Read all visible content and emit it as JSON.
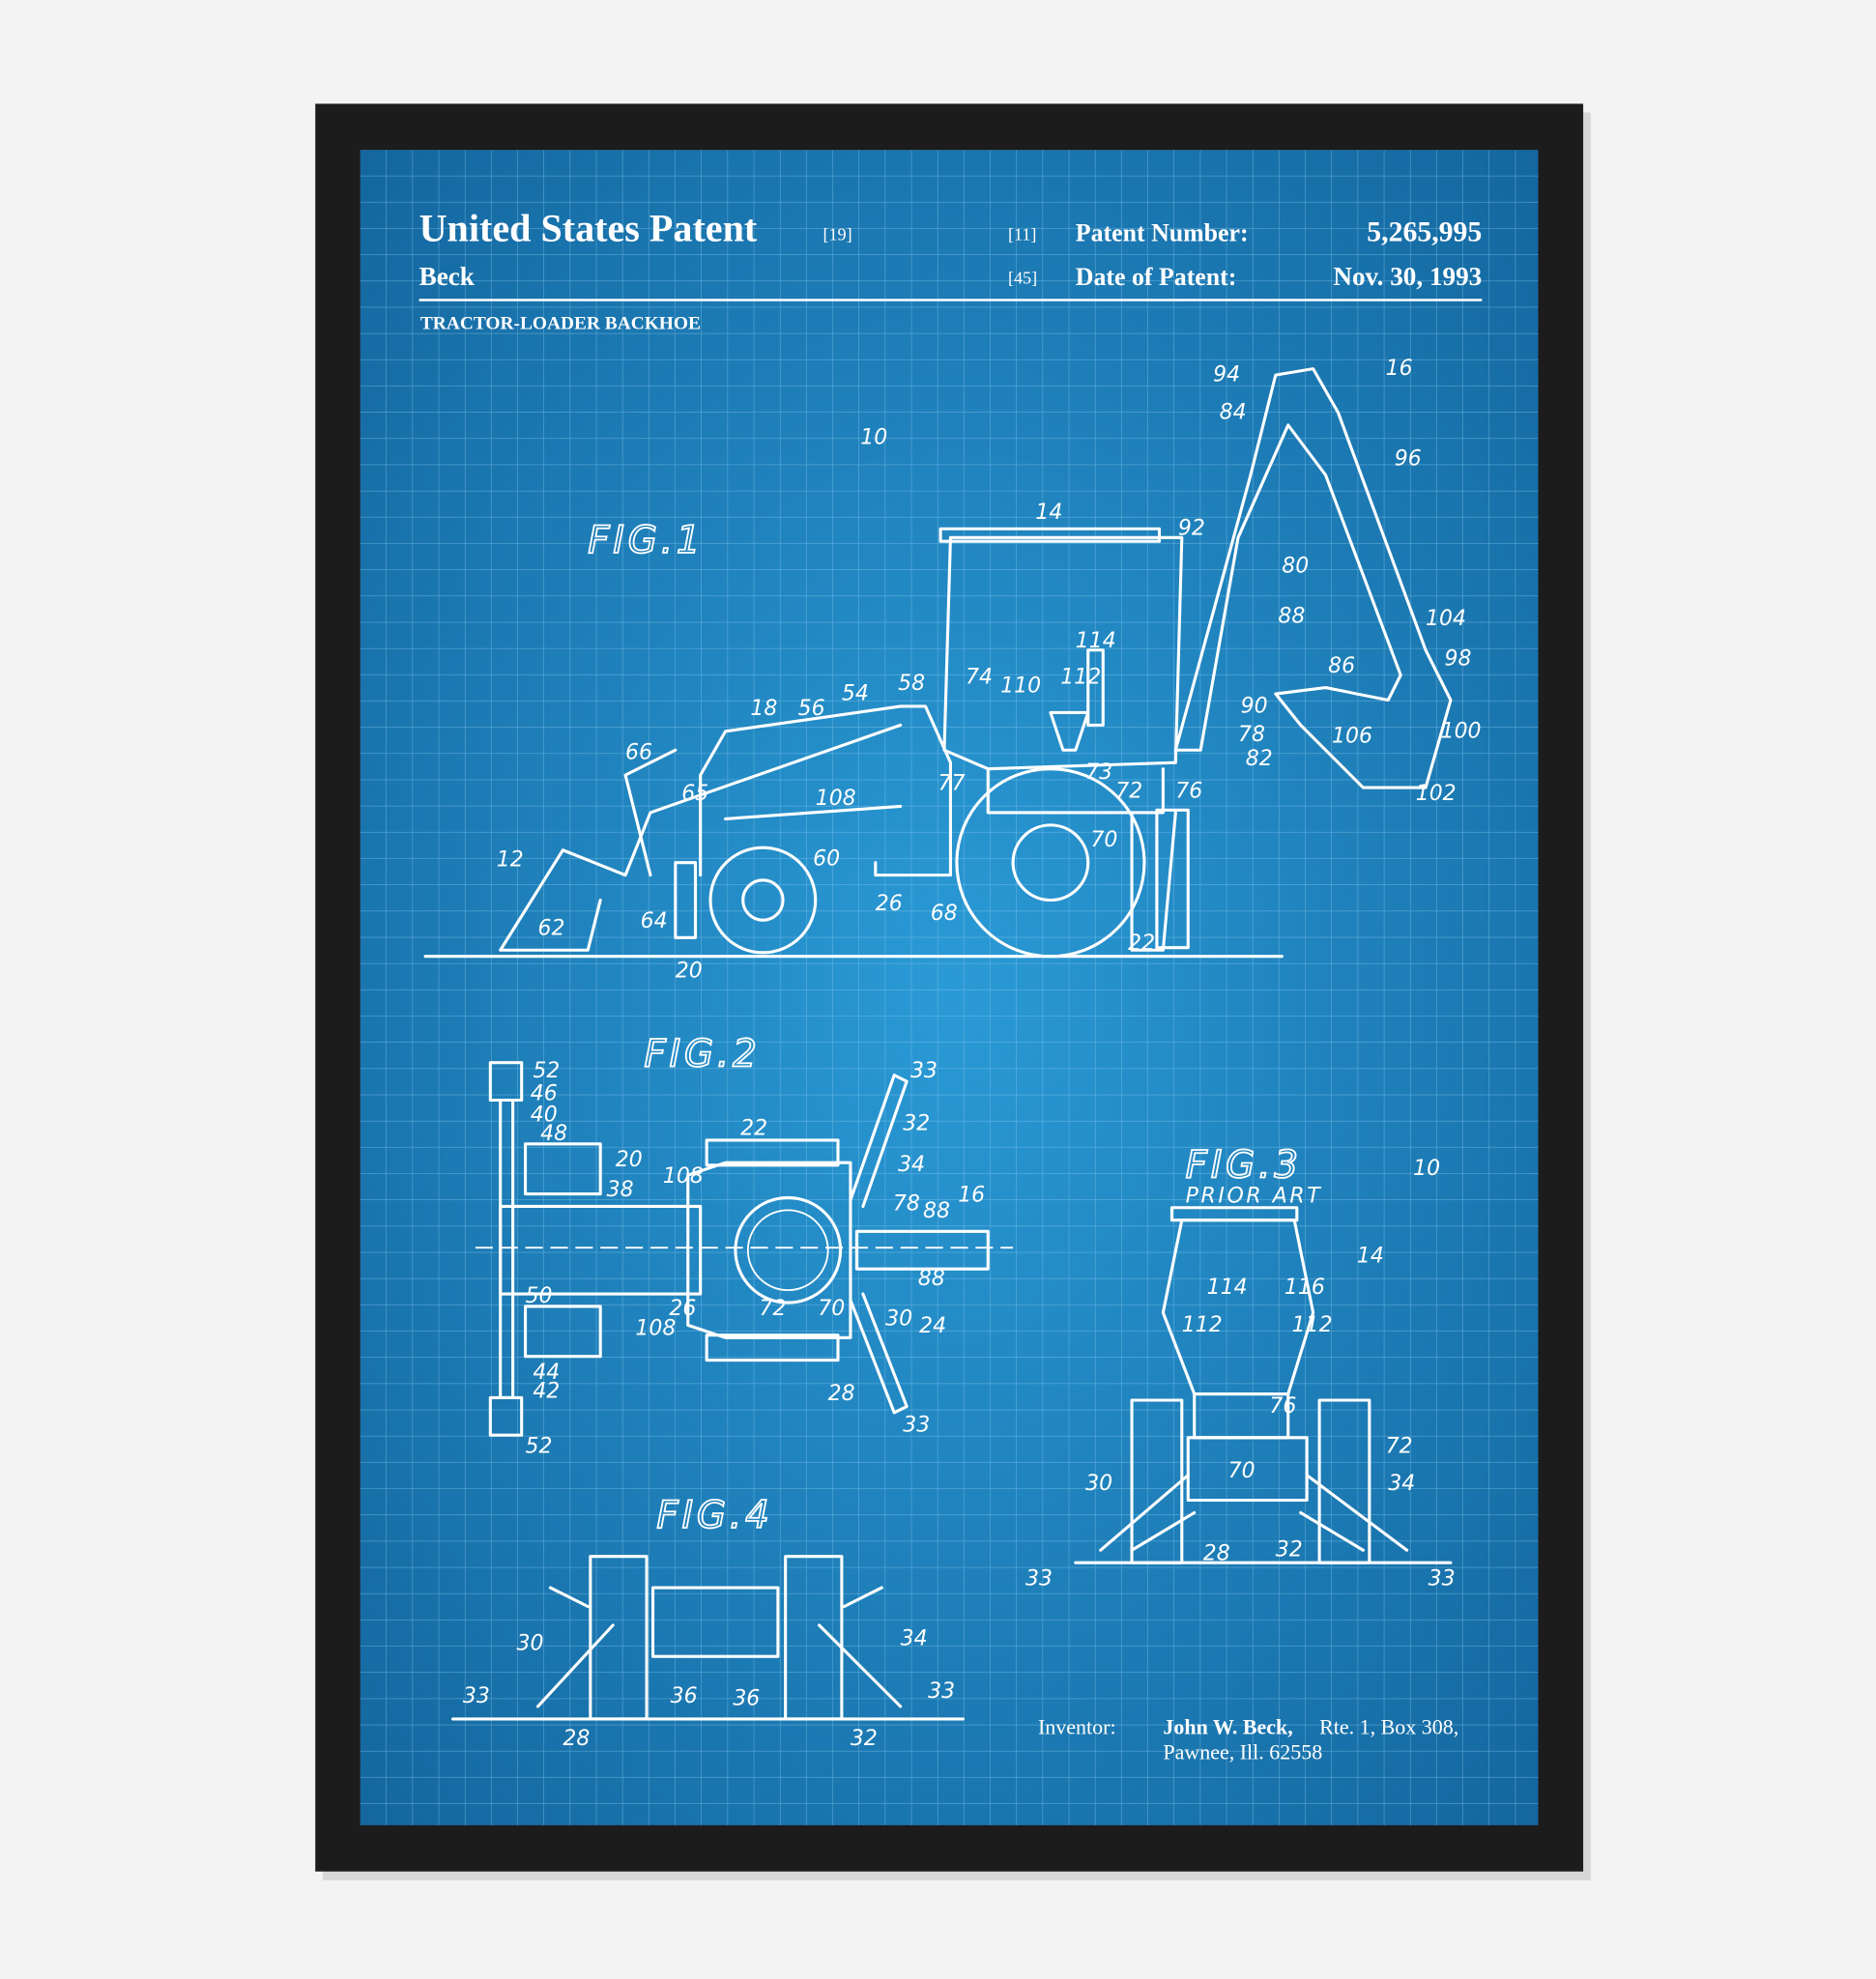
{
  "header": {
    "title": "United States Patent",
    "title_code": "[19]",
    "inventor_surname": "Beck",
    "patent_number_code": "[11]",
    "patent_number_label": "Patent Number:",
    "patent_number": "5,265,995",
    "date_code": "[45]",
    "date_label": "Date of Patent:",
    "date": "Nov. 30, 1993",
    "invention_title": "TRACTOR-LOADER BACKHOE"
  },
  "figures": {
    "fig1": "FIG.1",
    "fig2": "FIG.2",
    "fig3": "FIG.3",
    "fig3_sub": "PRIOR ART",
    "fig4": "FIG.4"
  },
  "fig1_refs": [
    "10",
    "14",
    "16",
    "94",
    "84",
    "96",
    "92",
    "80",
    "88",
    "104",
    "86",
    "98",
    "114",
    "112",
    "110",
    "74",
    "90",
    "78",
    "82",
    "106",
    "100",
    "102",
    "58",
    "54",
    "56",
    "18",
    "66",
    "65",
    "108",
    "77",
    "73",
    "72",
    "76",
    "70",
    "12",
    "60",
    "62",
    "64",
    "26",
    "68",
    "22",
    "20"
  ],
  "fig2_refs": [
    "52",
    "46",
    "40",
    "48",
    "20",
    "38",
    "108",
    "22",
    "33",
    "32",
    "34",
    "78",
    "88",
    "16",
    "88",
    "50",
    "26",
    "72",
    "70",
    "30",
    "24",
    "108",
    "44",
    "42",
    "28",
    "33",
    "52"
  ],
  "fig3_refs": [
    "10",
    "14",
    "114",
    "116",
    "112",
    "112",
    "76",
    "72",
    "70",
    "30",
    "34",
    "28",
    "32",
    "33",
    "33"
  ],
  "fig4_refs": [
    "30",
    "34",
    "33",
    "36",
    "36",
    "33",
    "28",
    "32"
  ],
  "inventor": {
    "label": "Inventor:",
    "name": "John W. Beck,",
    "address_line1": "Rte. 1, Box 308,",
    "address_line2": "Pawnee, Ill. 62558"
  },
  "colors": {
    "frame": "#1c1c1c",
    "blueprint": "#1f8bcb",
    "lines": "#ffffff"
  }
}
